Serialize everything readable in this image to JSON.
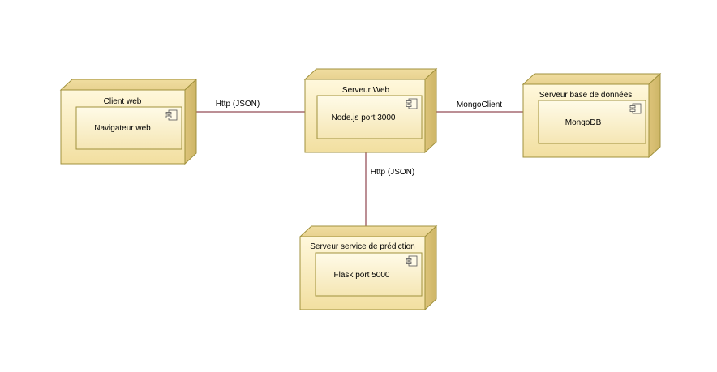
{
  "diagram": {
    "nodes": [
      {
        "id": "client",
        "title": "Client web",
        "component": "Navigateur web"
      },
      {
        "id": "web",
        "title": "Serveur Web",
        "component": "Node.js port 3000"
      },
      {
        "id": "db",
        "title": "Serveur base de données",
        "component": "MongoDB"
      },
      {
        "id": "prediction",
        "title": "Serveur service de prédiction",
        "component": "Flask port 5000"
      }
    ],
    "edges": [
      {
        "from": "client",
        "to": "web",
        "label": "Http (JSON)"
      },
      {
        "from": "web",
        "to": "db",
        "label": "MongoClient"
      },
      {
        "from": "web",
        "to": "prediction",
        "label": "Http (JSON)"
      }
    ]
  },
  "colors": {
    "node_fill": "#fff2cc",
    "node_fill_dark": "#e6cf8a",
    "node_stroke": "#a0913c",
    "edge": "#7a1f2b"
  },
  "icons": {
    "component": "uml-component-icon"
  }
}
